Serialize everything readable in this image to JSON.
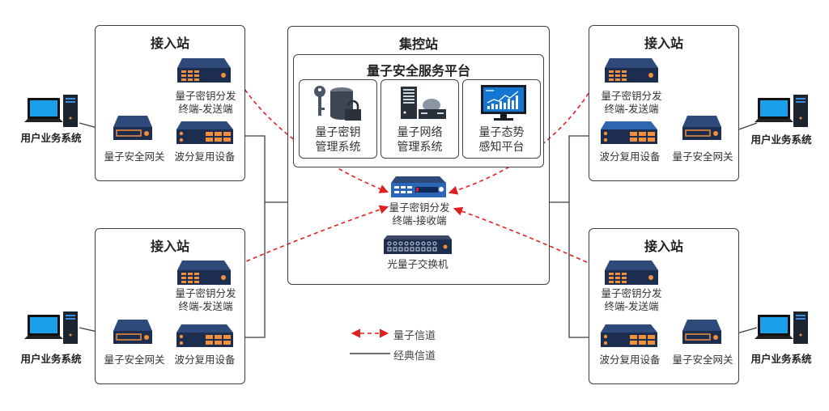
{
  "colors": {
    "quantum_channel": "#e02020",
    "classical_channel": "#3a3f48",
    "device_body": "#1f3a6b",
    "device_accent": "#f0903a",
    "receiver_body": "#2b66b8"
  },
  "access_stations": [
    {
      "id": "top-left",
      "title": "接入站",
      "qkd_sender": "量子密钥分发\n终端-发送端",
      "qkd_sender_l1": "量子密钥分发",
      "qkd_sender_l2": "终端-发送端",
      "gateway": "量子安全网关",
      "wdm": "波分复用设备",
      "user": "用户业务系统"
    },
    {
      "id": "bottom-left",
      "title": "接入站",
      "qkd_sender_l1": "量子密钥分发",
      "qkd_sender_l2": "终端-发送端",
      "gateway": "量子安全网关",
      "wdm": "波分复用设备",
      "user": "用户业务系统"
    },
    {
      "id": "top-right",
      "title": "接入站",
      "qkd_sender_l1": "量子密钥分发",
      "qkd_sender_l2": "终端-发送端",
      "gateway": "量子安全网关",
      "wdm": "波分复用设备",
      "user": "用户业务系统"
    },
    {
      "id": "bottom-right",
      "title": "接入站",
      "qkd_sender_l1": "量子密钥分发",
      "qkd_sender_l2": "终端-发送端",
      "gateway": "量子安全网关",
      "wdm": "波分复用设备",
      "user": "用户业务系统"
    }
  ],
  "control_station": {
    "title": "集控站",
    "platform": {
      "title": "量子安全服务平台",
      "modules": [
        {
          "l1": "量子密钥",
          "l2": "管理系统",
          "icon": "key-database-lock-icon"
        },
        {
          "l1": "量子网络",
          "l2": "管理系统",
          "icon": "server-network-icon"
        },
        {
          "l1": "量子态势",
          "l2": "感知平台",
          "icon": "monitor-chart-icon"
        }
      ]
    },
    "qkd_receiver_l1": "量子密钥分发",
    "qkd_receiver_l2": "终端-接收端",
    "optical_switch": "光量子交换机"
  },
  "legend": {
    "quantum": "量子信道",
    "classical": "经典信道"
  }
}
